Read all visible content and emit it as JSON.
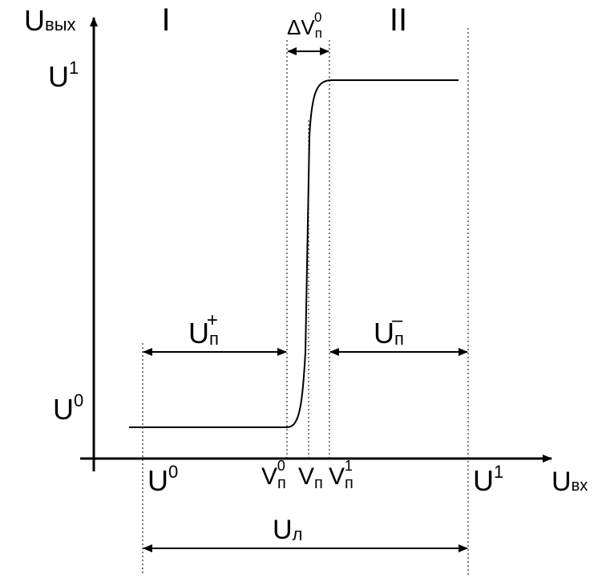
{
  "axes": {
    "y_label": {
      "main": "U",
      "sub": "вых"
    },
    "x_label": {
      "main": "U",
      "sub": "вх"
    }
  },
  "regions": {
    "left": "I",
    "right": "II"
  },
  "y_levels": {
    "high": {
      "main": "U",
      "sup": "1"
    },
    "low": {
      "main": "U",
      "sup": "0"
    }
  },
  "x_ticks": {
    "u0": {
      "main": "U",
      "sup": "0"
    },
    "vp0": {
      "main": "V",
      "sub": "п",
      "sup": "0"
    },
    "vp": {
      "main": "V",
      "sub": "п"
    },
    "vp1": {
      "main": "V",
      "sub": "п",
      "sup": "1"
    },
    "u1": {
      "main": "U",
      "sup": "1"
    }
  },
  "spans": {
    "delta_vp0": {
      "prefix": "Δ",
      "main": "V",
      "sub": "п",
      "sup": "0"
    },
    "noise_plus": {
      "main": "U",
      "sub": "п",
      "sup": "+"
    },
    "noise_minus": {
      "main": "U",
      "sub": "п",
      "sup": "–"
    },
    "logic_swing": {
      "main": "U",
      "sub": "л"
    }
  }
}
